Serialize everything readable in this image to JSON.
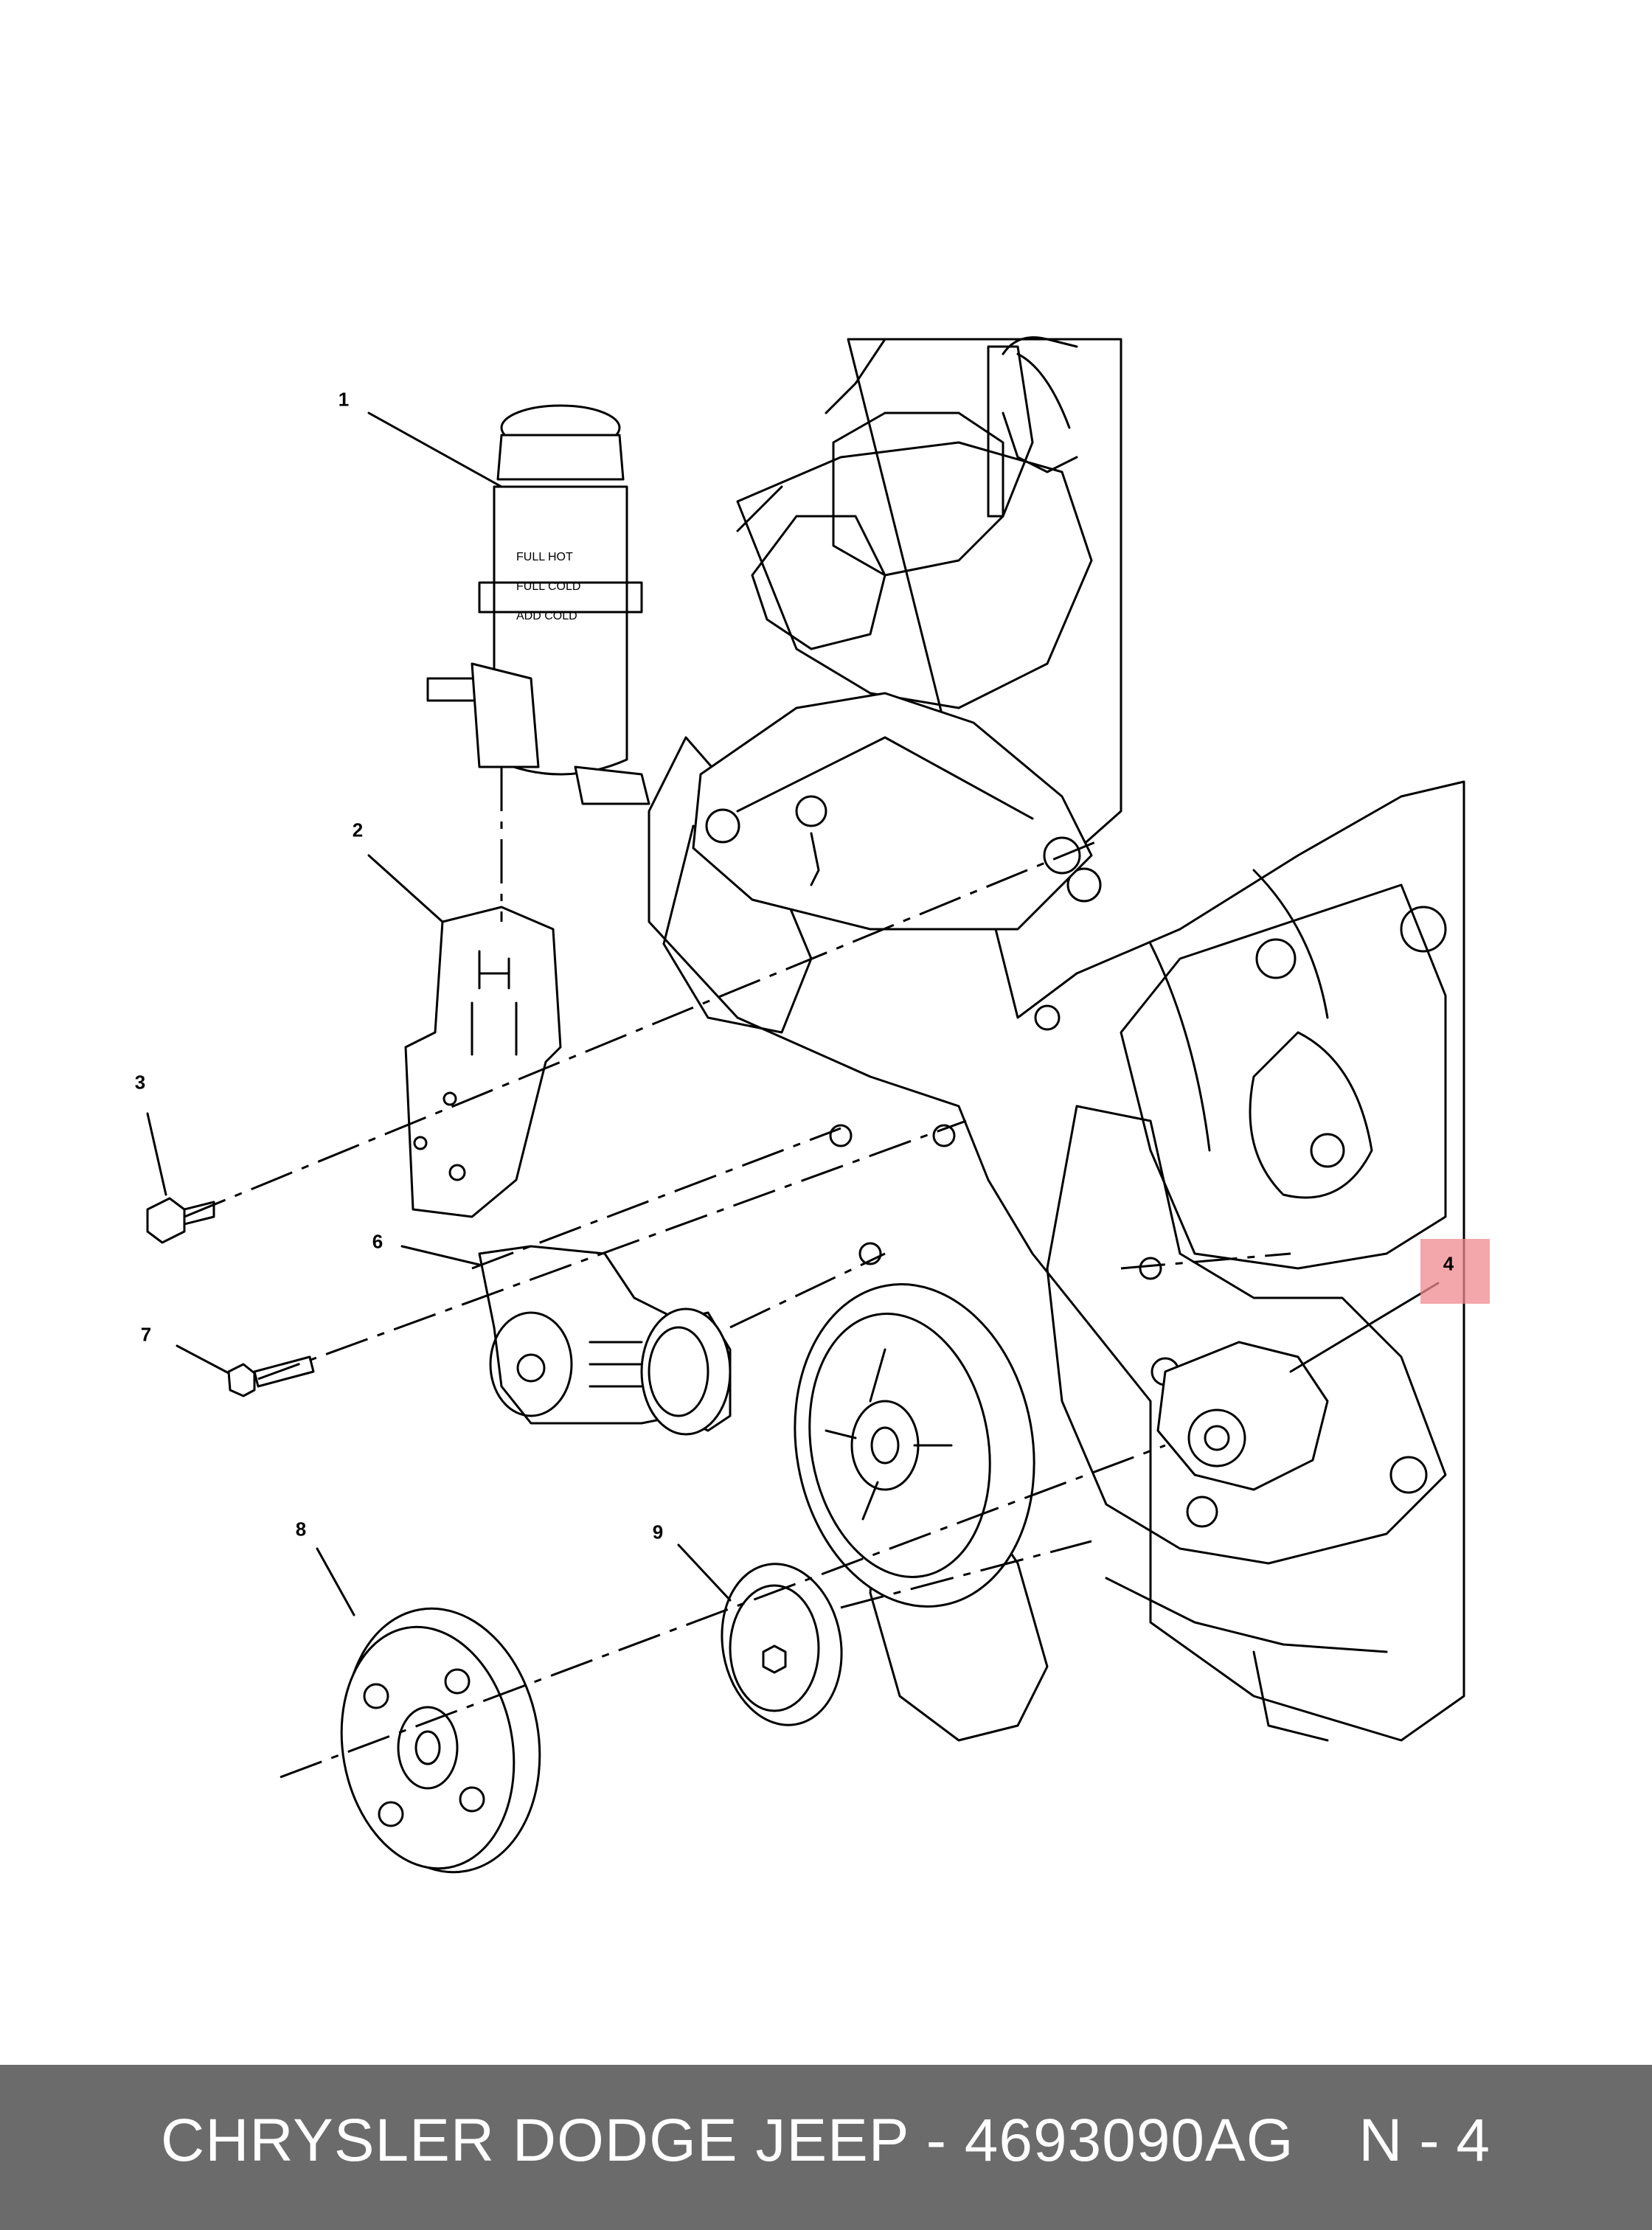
{
  "diagram": {
    "callouts": [
      {
        "id": "1",
        "label": "1"
      },
      {
        "id": "2",
        "label": "2"
      },
      {
        "id": "3",
        "label": "3"
      },
      {
        "id": "4",
        "label": "4"
      },
      {
        "id": "6",
        "label": "6"
      },
      {
        "id": "7",
        "label": "7"
      },
      {
        "id": "8",
        "label": "8"
      },
      {
        "id": "9",
        "label": "9"
      }
    ],
    "highlight_color": "#f08a8f"
  },
  "footer": {
    "title": "CHRYSLER DODGE JEEP - 4693090AG",
    "reference": "N - 4",
    "background_color": "#6b6b6b",
    "text_color": "#ffffff"
  }
}
